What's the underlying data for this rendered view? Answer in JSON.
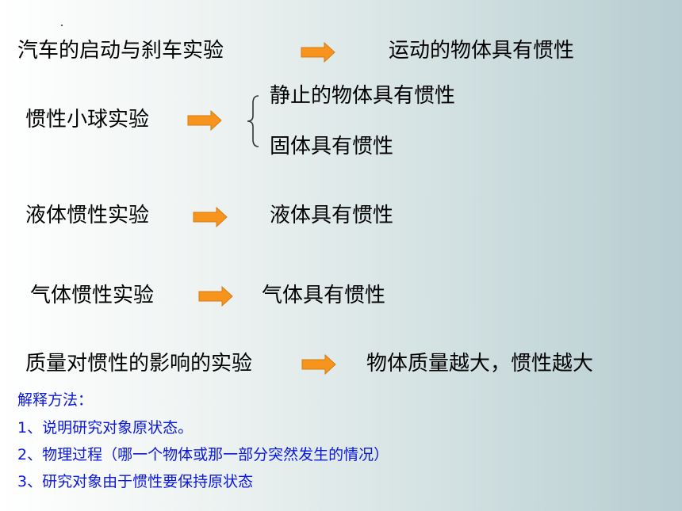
{
  "rows": [
    {
      "experiment": "汽车的启动与刹车实验",
      "result": "运动的物体具有惯性"
    },
    {
      "experiment": "惯性小球实验",
      "result_a": "静止的物体具有惯性",
      "result_b": "固体具有惯性"
    },
    {
      "experiment": "液体惯性实验",
      "result": "液体具有惯性"
    },
    {
      "experiment": "气体惯性实验",
      "result": "气体具有惯性"
    },
    {
      "experiment": "质量对惯性的影响的实验",
      "result": "物体质量越大，惯性越大"
    }
  ],
  "explanation": {
    "title": "解释方法：",
    "steps": [
      "1、说明研究对象原状态。",
      "2、物理过程（哪一个物体或那一部分突然发生的情况）",
      "3、研究对象由于惯性要保持原状态"
    ]
  },
  "colors": {
    "arrow": "#f7941d",
    "arrow_edge": "#d77a10",
    "note": "#0b18d8"
  },
  "icons": {
    "arrow": "right-arrow-icon",
    "brace": "left-brace-icon"
  }
}
